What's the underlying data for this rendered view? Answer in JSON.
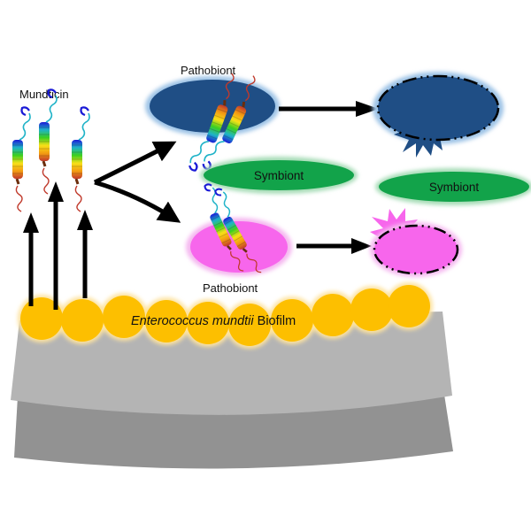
{
  "labels": {
    "mundticin": "Mundticin",
    "pathobiont_top": "Pathobiont",
    "pathobiont_bottom": "Pathobiont",
    "symbiont_left": "Symbiont",
    "symbiont_right": "Symbiont",
    "biofilm_species": "Enterococcus mundtii",
    "biofilm_suffix": " Biofilm"
  },
  "colors": {
    "pathobiont_blue": "#1f4e85",
    "pathobiont_blue_glow": "#9dc3e6",
    "pathobiont_pink": "#f766ec",
    "pathobiont_pink_glow": "#f5b8f0",
    "symbiont_green": "#12a34a",
    "symbiont_glow": "#a6dcb6",
    "biofilm_yellow": "#fdbf00",
    "biofilm_glow": "#fde3a0",
    "surface_light": "#b4b4b4",
    "surface_dark": "#929292",
    "arrow": "#000000"
  },
  "icons": {
    "peptide": "mundticin-peptide-ribbon-icon",
    "arrow": "arrow-icon",
    "burst": "cell-burst-icon"
  }
}
